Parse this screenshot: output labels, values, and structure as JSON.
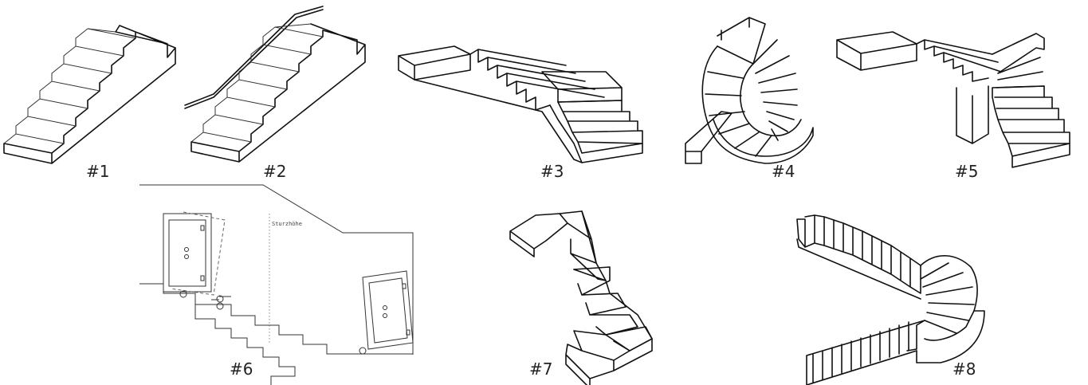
{
  "labels": {
    "s1": "#1",
    "s2": "#2",
    "s3": "#3",
    "s4": "#4",
    "s5": "#5",
    "s6": "#6",
    "s7": "#7",
    "s8": "#8"
  },
  "annotations": {
    "sturzhoehe": "Sturzhöhe"
  }
}
